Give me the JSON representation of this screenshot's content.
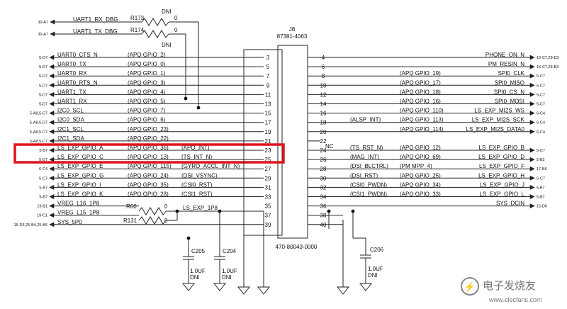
{
  "connector": {
    "ref": "J8",
    "part": "87381-4063",
    "footprint": "470-80043-0000",
    "nc_label": "NC"
  },
  "highlight": {
    "color": "#e0141e",
    "pin": "23"
  },
  "resistors": [
    {
      "ref": "R173",
      "value": "0",
      "note": "DNI"
    },
    {
      "ref": "R174",
      "value": "0",
      "note": "DNI"
    },
    {
      "ref": "R60",
      "value": "0",
      "note": ""
    },
    {
      "ref": "R131",
      "value": "0",
      "note": ""
    }
  ],
  "capacitors": [
    {
      "ref": "C205",
      "value": "1.0UF",
      "note": "DNI"
    },
    {
      "ref": "C204",
      "value": "1.0UF",
      "note": "DNI"
    },
    {
      "ref": "C206",
      "value": "1.0UF",
      "note": "DNI"
    }
  ],
  "top_nets": [
    {
      "page": "30-A7",
      "name": "UART1_RX_DBG"
    },
    {
      "page": "30-A7",
      "name": "UART1_TX_DBG"
    }
  ],
  "left_rows": [
    {
      "page": "5-D7",
      "net": "UART0_CTS_N",
      "gpio": "(APQ GPIO_2)",
      "func": "",
      "pin": "3"
    },
    {
      "page": "5-D7",
      "net": "UART0_TX",
      "gpio": "(APQ GPIO_0)",
      "func": "",
      "pin": "5"
    },
    {
      "page": "5-D7",
      "net": "UART0_RX",
      "gpio": "(APQ GPIO_1)",
      "func": "",
      "pin": "7"
    },
    {
      "page": "5-D7",
      "net": "UART0_RTS_N",
      "gpio": "(APQ GPIO_3)",
      "func": "",
      "pin": "9"
    },
    {
      "page": "5-D7",
      "net": "UART1_TX",
      "gpio": "(APQ GPIO_4)",
      "func": "",
      "pin": "11"
    },
    {
      "page": "5-D7",
      "net": "UART1_RX",
      "gpio": "(APQ GPIO_5)",
      "func": "",
      "pin": "13"
    },
    {
      "page": "5-A8,5-C7",
      "net": "I2C0_SCL",
      "gpio": "(APQ GPIO_7)",
      "func": "",
      "pin": "15"
    },
    {
      "page": "5-A8,5-D7",
      "net": "I2C0_SDA",
      "gpio": "(APQ GPIO_6)",
      "func": "",
      "pin": "17"
    },
    {
      "page": "5-A8,5-C7",
      "net": "I2C1_SCL",
      "gpio": "(APQ GPIO_23)",
      "func": "",
      "pin": "19"
    },
    {
      "page": "5-A8,5-C7",
      "net": "I2C1_SDA",
      "gpio": "(APQ GPIO_22)",
      "func": "",
      "pin": "21"
    },
    {
      "page": "5-B7",
      "net": "LS_EXP_GPIO_A",
      "gpio": "(APQ GPIO_36)",
      "func": "(APQ_INT)",
      "pin": "23"
    },
    {
      "page": "5-D7",
      "net": "LS_EXP_GPIO_C",
      "gpio": "(APQ GPIO_13)",
      "func": "(TS_INT_N)",
      "pin": "25"
    },
    {
      "page": "6-C4",
      "net": "LS_EXP_GPIO_E",
      "gpio": "(APQ GPIO_115)",
      "func": "(GYRO_ACCL_INT_N)",
      "pin": "27"
    },
    {
      "page": "5-C7",
      "net": "LS_EXP_GPIO_G",
      "gpio": "(APQ GPIO_24)",
      "func": "(DSI_VSYNC)",
      "pin": "29"
    },
    {
      "page": "5-B7",
      "net": "LS_EXP_GPIO_I",
      "gpio": "(APQ GPIO_35)",
      "func": "(CSI0_RST)",
      "pin": "31"
    },
    {
      "page": "5-B7",
      "net": "LS_EXP_GPIO_K",
      "gpio": "(APQ GPIO_28)",
      "func": "(CSI1_RST)",
      "pin": "33"
    },
    {
      "page": "19-B1",
      "net": "VREG_L16_1P8",
      "gpio": "",
      "func": "",
      "pin": "35"
    },
    {
      "page": "19-C1",
      "net": "VREG_L15_1P8",
      "gpio": "",
      "func": "",
      "pin": "37"
    },
    {
      "page": "15-D3,25-B4,25-B6",
      "net": "SYS_5P0",
      "gpio": "",
      "func": "",
      "pin": "39"
    }
  ],
  "left_misc": {
    "ls_exp_1p8": "LS_EXP_1P8"
  },
  "right_rows": [
    {
      "pin": "4",
      "func": "",
      "gpio": "",
      "net": "PHONE_ON_N",
      "page": "16-C7,28-D3"
    },
    {
      "pin": "6",
      "func": "",
      "gpio": "",
      "net": "PM_RESIN_N",
      "page": "16-C7,28-B3"
    },
    {
      "pin": "8",
      "func": "",
      "gpio": "(APQ GPIO_19)",
      "net": "SPI0_CLK",
      "page": "5-C7"
    },
    {
      "pin": "10",
      "func": "",
      "gpio": "(APQ GPIO_17)",
      "net": "SPI0_MISO",
      "page": "5-C7"
    },
    {
      "pin": "12",
      "func": "",
      "gpio": "(APQ GPIO_18)",
      "net": "SPI0_CS_N",
      "page": "5-C7"
    },
    {
      "pin": "14",
      "func": "",
      "gpio": "(APQ GPIO_16)",
      "net": "SPI0_MOSI",
      "page": "5-C7"
    },
    {
      "pin": "16",
      "func": "",
      "gpio": "(APQ GPIO_110)",
      "net": "LS_EXP_MI2S_WS",
      "page": "6-C4"
    },
    {
      "pin": "18",
      "func": "(ALSP_INT)",
      "gpio": "(APQ GPIO_113)",
      "net": "LS_EXP_MI2S_SCK",
      "page": "6-C4"
    },
    {
      "pin": "20",
      "func": "",
      "gpio": "(APQ GPIO_114)",
      "net": "LS_EXP_MI2S_DATA0",
      "page": "6-C4"
    },
    {
      "pin": "22",
      "func": "",
      "gpio": "",
      "net": "",
      "page": ""
    },
    {
      "pin": "24",
      "func": "(TS_RST_N)",
      "gpio": "(APQ GPIO_12)",
      "net": "LS_EXP_GPIO_B",
      "page": "5-C7"
    },
    {
      "pin": "26",
      "func": "(MAG_INT)",
      "gpio": "(APQ GPIO_69)",
      "net": "LS_EXP_GPIO_D",
      "page": "5-B2"
    },
    {
      "pin": "28",
      "func": "(DSI_BLCTRL)",
      "gpio": "(PM MPP_4)",
      "net": "LS_EXP_GPIO_F",
      "page": "17-B6"
    },
    {
      "pin": "30",
      "func": "(DSI_RST)",
      "gpio": "(APQ GPIO_25)",
      "net": "LS_EXP_GPIO_H",
      "page": "5-C7"
    },
    {
      "pin": "32",
      "func": "(CSI0_PWDN)",
      "gpio": "(APQ GPIO_34)",
      "net": "LS_EXP_GPIO_J",
      "page": "5-B7"
    },
    {
      "pin": "34",
      "func": "(CSI1_PWDN)",
      "gpio": "(APQ GPIO_33)",
      "net": "LS_EXP_GPIO_L",
      "page": "5-B7"
    },
    {
      "pin": "36",
      "func": "",
      "gpio": "",
      "net": "SYS_DCIN",
      "page": "15-D6"
    },
    {
      "pin": "38",
      "func": "",
      "gpio": "",
      "net": "",
      "page": ""
    },
    {
      "pin": "40",
      "func": "",
      "gpio": "",
      "net": "",
      "page": ""
    }
  ],
  "watermark": {
    "cn": "电子发烧友",
    "url": "www.elecfans.com"
  }
}
